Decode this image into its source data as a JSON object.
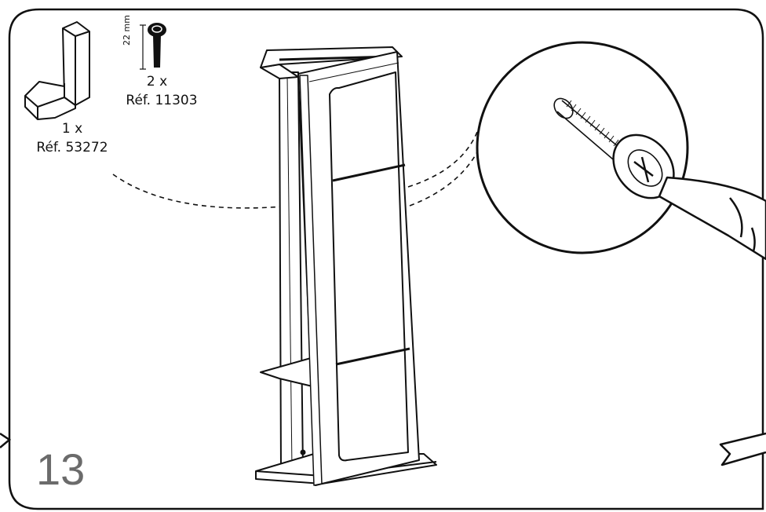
{
  "step": {
    "number": "13"
  },
  "parts": [
    {
      "quantity": "1 x",
      "reference": "Réf. 53272",
      "icon": "j-bracket-icon"
    },
    {
      "quantity": "2 x",
      "reference": "Réf. 11303",
      "icon": "screw-icon",
      "dimension": "22 mm"
    }
  ],
  "colors": {
    "line": "#111111",
    "step_number": "#6b6b6b",
    "background": "#ffffff"
  }
}
